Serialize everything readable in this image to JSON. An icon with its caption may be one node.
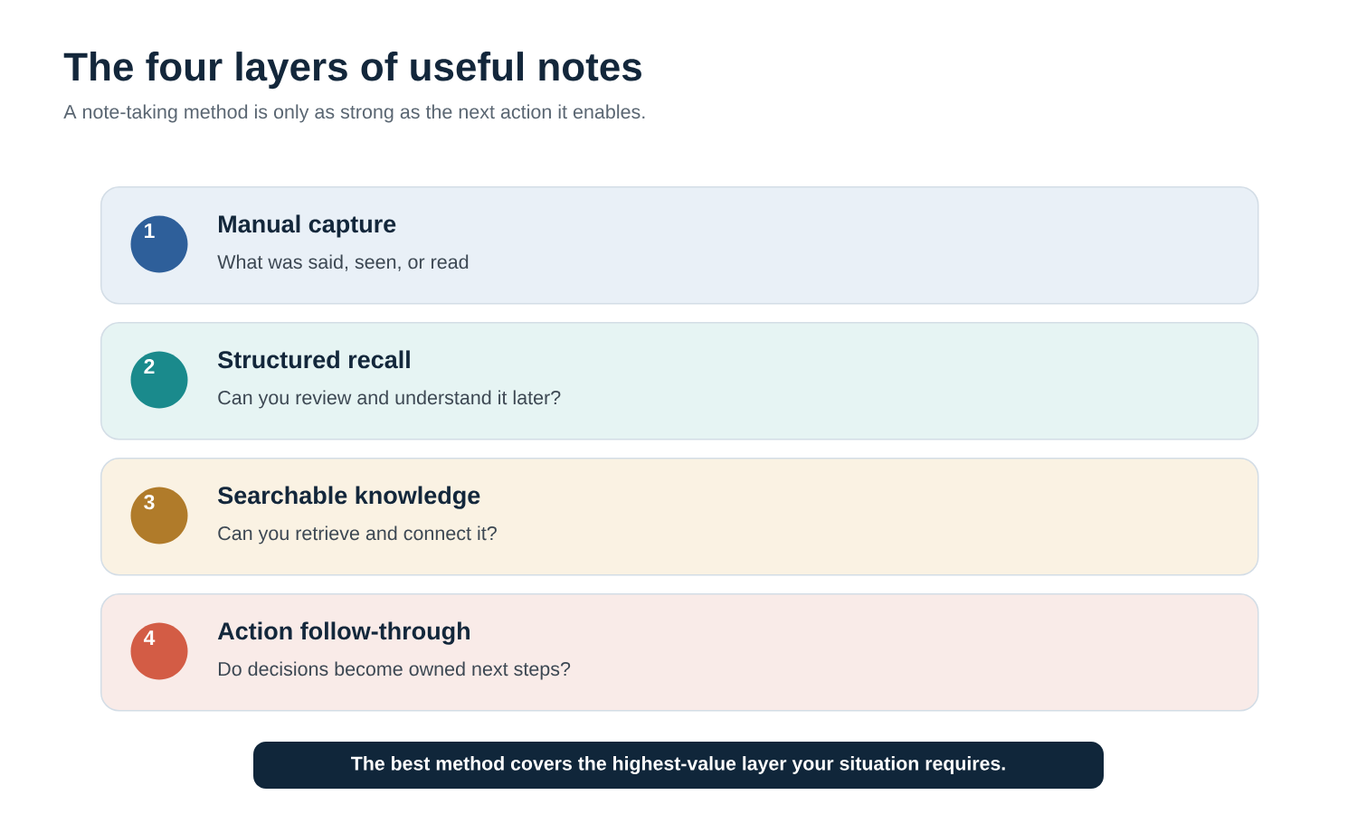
{
  "diagram": {
    "title": "The four layers of useful notes",
    "nodes": [
      {
        "text": [
          "Manual capture",
          "What was said, seen, or read"
        ]
      },
      {
        "text": [
          "1"
        ],
        "in": 0
      },
      {
        "text": [
          "Structured recall",
          "Can you review and understand it later?"
        ]
      },
      {
        "text": [
          "2"
        ],
        "in": 2
      },
      {
        "text": [
          "Searchable knowledge",
          "Can you retrieve and connect it?"
        ]
      },
      {
        "text": [
          "3"
        ],
        "in": 4
      },
      {
        "text": [
          "Action follow-through",
          "Do decisions become owned next steps?"
        ]
      },
      {
        "text": [
          "4"
        ],
        "in": 6
      },
      {
        "text": [
          "The best method covers the highest-value layer your situation requires."
        ]
      }
    ],
    "labels": [
      "A note-taking method is only as strong as the next action it enables."
    ]
  }
}
